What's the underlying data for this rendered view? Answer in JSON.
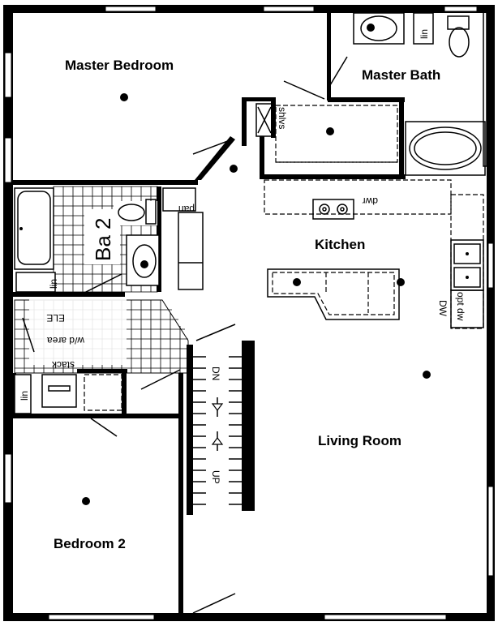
{
  "rooms": {
    "master_bedroom": "Master Bedroom",
    "master_bath": "Master Bath",
    "kitchen": "Kitchen",
    "living_room": "Living Room",
    "bedroom_2": "Bedroom 2",
    "bath_2": "Ba 2"
  },
  "fixtures": {
    "shelves": "shlvs",
    "linen_bath": "lin",
    "linen_ba2": "lin",
    "linen_laundry": "lin",
    "pantry": "pan",
    "drawer": "dwr",
    "dishwasher": "DW",
    "optional_dishwasher": "opt dw",
    "electric": "ELE",
    "wd_area": "w/d area",
    "stack": "stack",
    "stairs_down": "DN",
    "stairs_up": "UP"
  }
}
